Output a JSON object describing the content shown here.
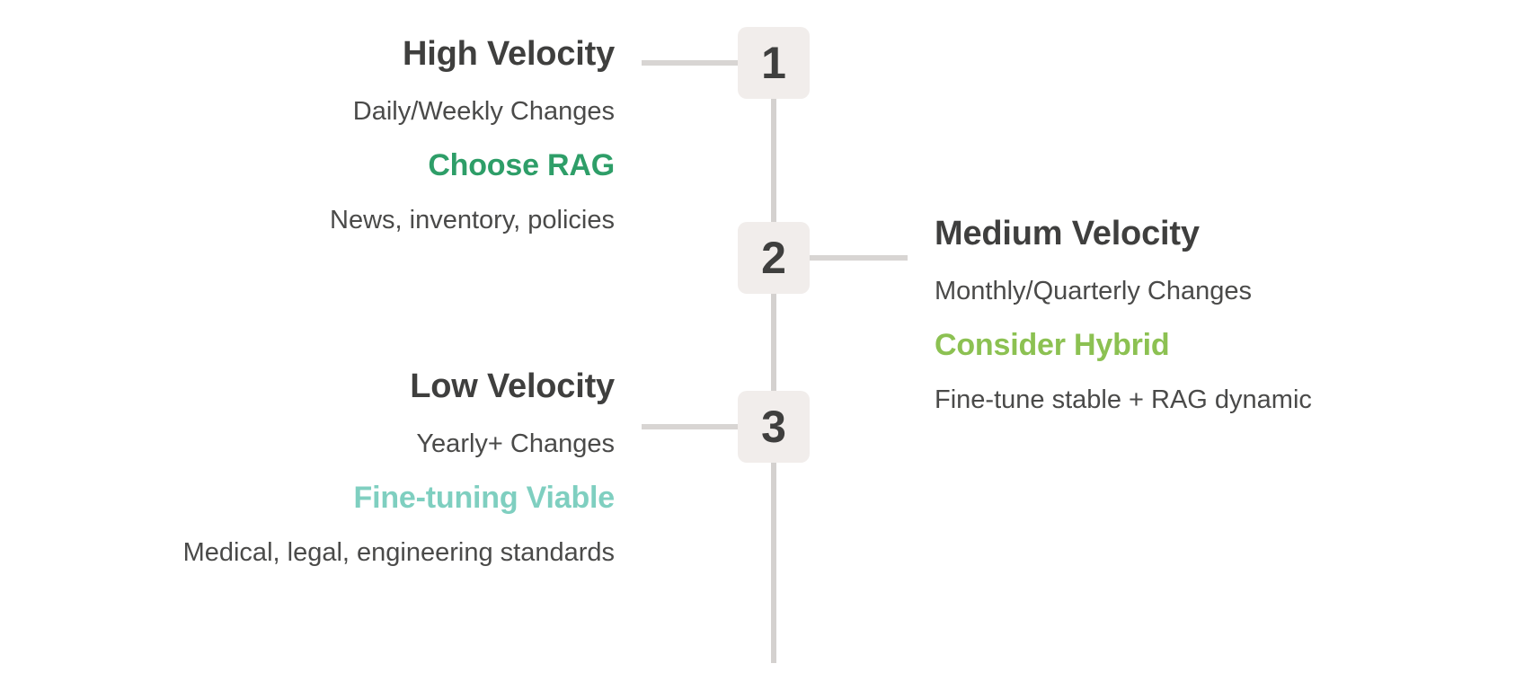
{
  "diagram": {
    "type": "vertical-timeline",
    "orientation": "alternating",
    "colors": {
      "background": "#ffffff",
      "spine": "#d4d1cf",
      "connector": "#d8d5d3",
      "marker_fill": "#f1edeb",
      "marker_text": "#3f3f3e",
      "title_text": "#3f3f3e",
      "body_text": "#4a4a49",
      "accent_rag": "#2e9e68",
      "accent_hybrid": "#8cc152",
      "accent_finetune": "#7fcfc0"
    },
    "steps": [
      {
        "marker": "1",
        "side": "left",
        "title": "High Velocity",
        "subtitle": "Daily/Weekly Changes",
        "verdict": "Choose RAG",
        "verdict_color": "#2e9e68",
        "examples": "News, inventory, policies"
      },
      {
        "marker": "2",
        "side": "right",
        "title": "Medium Velocity",
        "subtitle": "Monthly/Quarterly Changes",
        "verdict": "Consider Hybrid",
        "verdict_color": "#8cc152",
        "examples": "Fine-tune stable + RAG dynamic"
      },
      {
        "marker": "3",
        "side": "left",
        "title": "Low Velocity",
        "subtitle": "Yearly+ Changes",
        "verdict": "Fine-tuning Viable",
        "verdict_color": "#7fcfc0",
        "examples": "Medical, legal, engineering standards"
      }
    ]
  }
}
